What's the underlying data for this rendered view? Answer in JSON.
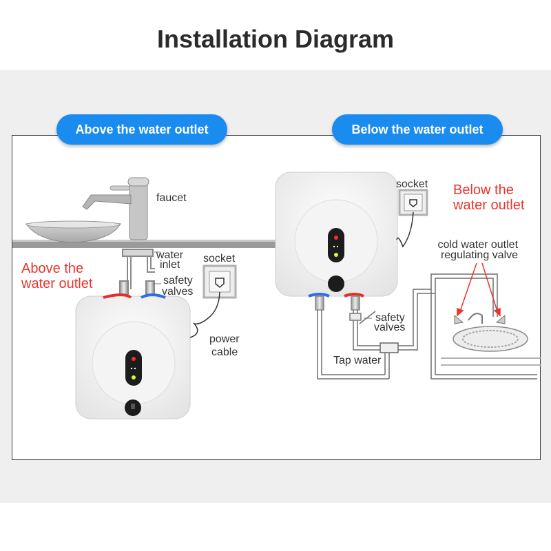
{
  "title": "Installation Diagram",
  "sections": [
    {
      "pill": "Above the water outlet"
    },
    {
      "pill": "Below the water outlet"
    }
  ],
  "left": {
    "red_label_line1": "Above the",
    "red_label_line2": "water outlet",
    "faucet": "faucet",
    "water_inlet_line1": "water",
    "water_inlet_line2": "inlet",
    "safety_valves_line1": "safety",
    "safety_valves_line2": "valves",
    "socket": "socket",
    "power_cable_line1": "power",
    "power_cable_line2": "cable"
  },
  "right": {
    "socket": "socket",
    "red_label_line1": "Below the",
    "red_label_line2": "water outlet",
    "cold_outlet_line1": "cold water outlet",
    "cold_outlet_line2": "regulating valve",
    "safety_valves_line1": "safety",
    "safety_valves_line2": "valves",
    "tap_water": "Tap water"
  },
  "colors": {
    "accent_blue": "#1a8cf0",
    "label_red": "#e8352d",
    "hot_red": "#e0302a",
    "cold_blue": "#2f6fe0"
  }
}
